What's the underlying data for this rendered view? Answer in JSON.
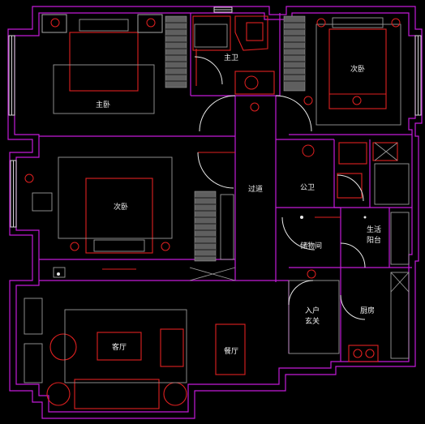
{
  "colors": {
    "background": "#000000",
    "wall": "#c21ad8",
    "furniture": "#e02020",
    "fixture_gray": "#9a9a9a",
    "label": "#f3f3f3"
  },
  "rooms": {
    "master_bedroom": "主卧",
    "master_bath": "主卫",
    "second_bedroom_right": "次卧",
    "second_bedroom_left": "次卧",
    "corridor": "过道",
    "public_bath": "公卫",
    "storage": "储物间",
    "service_balcony": "生活\n阳台",
    "entrance": "入户\n玄关",
    "kitchen": "厨房",
    "living_room": "客厅",
    "dining_room": "餐厅"
  }
}
